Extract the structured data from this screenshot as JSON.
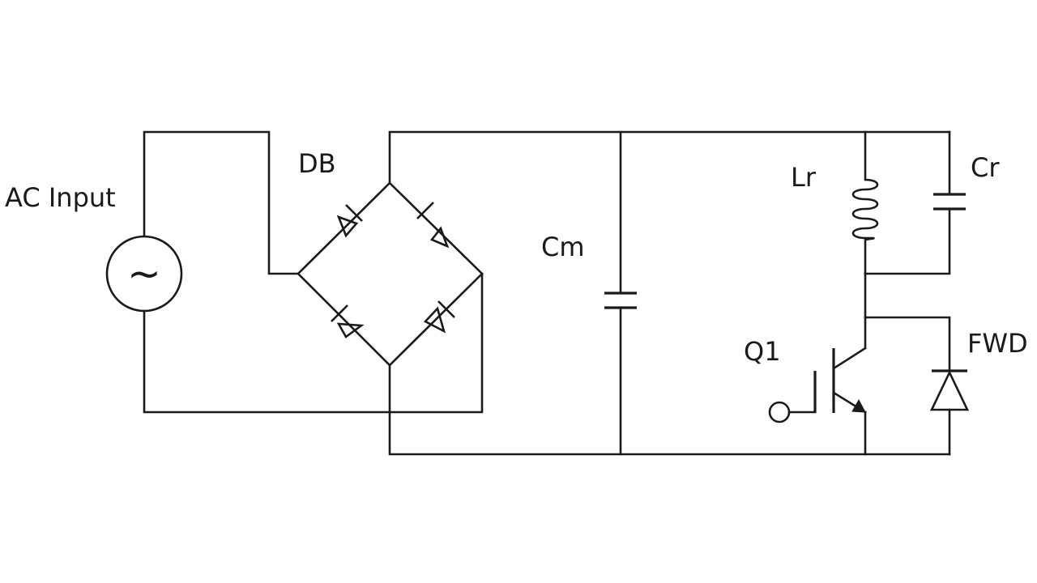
{
  "labels": {
    "ac_input": "AC Input",
    "source_symbol": "~",
    "bridge": "DB",
    "cm": "Cm",
    "lr": "Lr",
    "cr": "Cr",
    "q1": "Q1",
    "fwd": "FWD"
  },
  "colors": {
    "ink": "#1a1a1a",
    "background": "#ffffff"
  }
}
